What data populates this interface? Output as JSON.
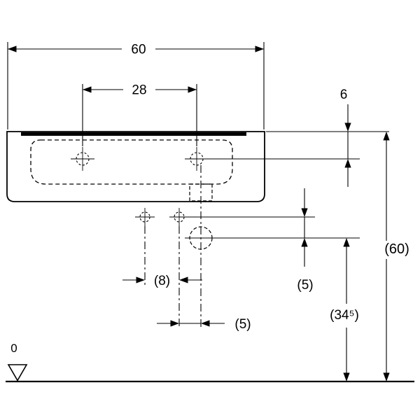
{
  "drawing": {
    "type": "washbasin-technical-dimension-drawing",
    "colors": {
      "ink": "#000000",
      "paper": "#ffffff"
    },
    "labels": {
      "overall_width": "60",
      "tap_hole_spacing": "28",
      "rim_to_tap_axis": "6",
      "overall_height": "(60)",
      "fixing_to_drain_vertical": "(5)",
      "fixing_hole_spacing": "(8)",
      "fixing_to_drain_horizontal": "(5)",
      "drain_axis_height": "(34⁵)",
      "datum_zero": "0"
    }
  }
}
